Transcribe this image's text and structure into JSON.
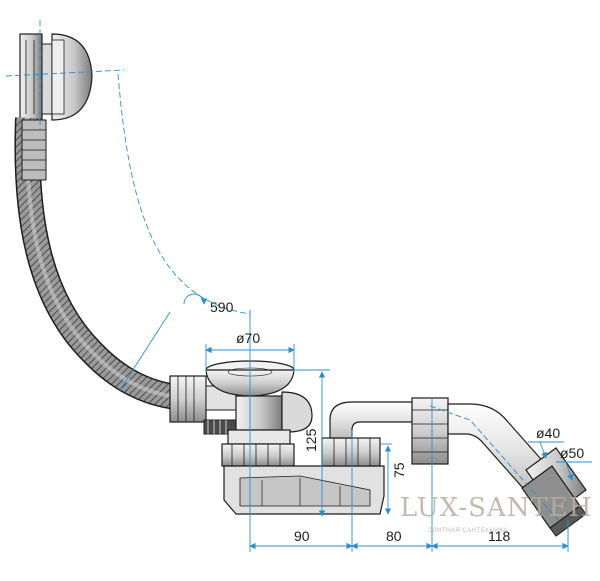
{
  "dimensions": {
    "bend_radius": "590",
    "overflow_diameter": "ø70",
    "drain_height": "125",
    "outlet_height": "75",
    "spacing_1": "90",
    "spacing_2": "80",
    "spacing_3": "118",
    "outlet_diameter_small": "ø40",
    "outlet_diameter_large": "ø50"
  },
  "watermark": {
    "brand": "LUX-SANTEH",
    "tagline": "ЭЛИТНАЯ САНТЕХНИКА"
  },
  "colors": {
    "dimension_line": "#2a8fd0",
    "outline": "#1d1d1b",
    "part_fill": "#e6e6e6",
    "part_shade": "#b5b5b5",
    "hose_fill": "#9a9a9a",
    "watermark": "#b9aea0"
  }
}
